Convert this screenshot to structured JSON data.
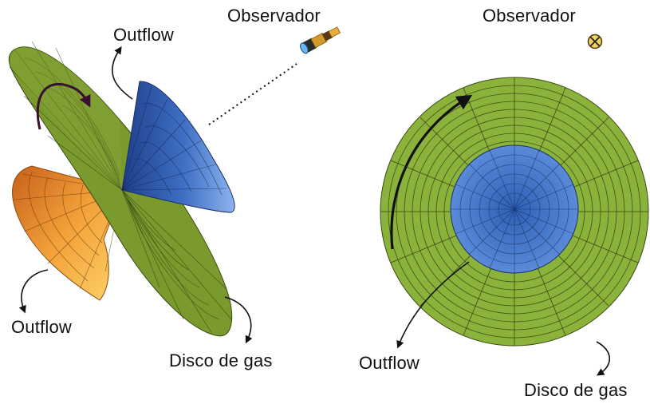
{
  "left_panel": {
    "observer_label": "Observador",
    "outflow_top_label": "Outflow",
    "outflow_bottom_label": "Outflow",
    "disk_label": "Disco de gas",
    "observer_icon": "telescope-icon"
  },
  "right_panel": {
    "observer_label": "Observador",
    "outflow_label": "Outflow",
    "disk_label": "Disco de gas",
    "observer_icon": "into-page-symbol-icon"
  },
  "colors": {
    "disk": "#7a9a2e",
    "disk_face": "#8bb23a",
    "cone_blue": "#4a7ed0",
    "cone_orange": "#e8962a",
    "grid": "#2a3a10"
  }
}
